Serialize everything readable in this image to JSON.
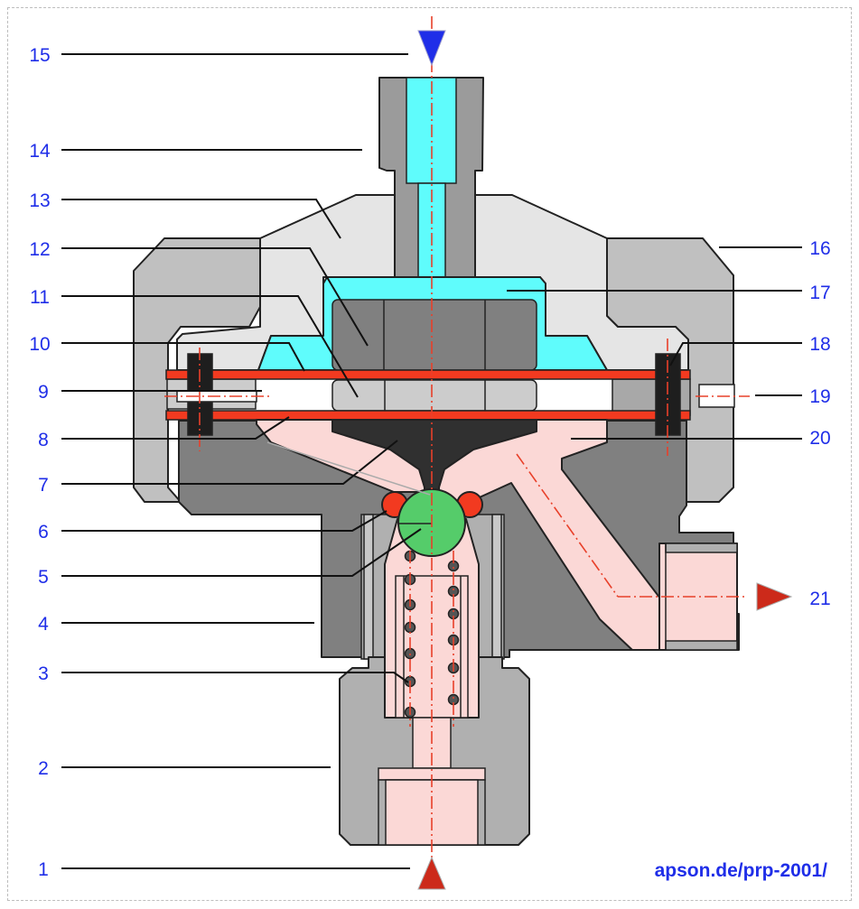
{
  "title": "Pressure reducing valve cross-section",
  "credit": "apson.de/prp-2001/",
  "colors": {
    "label": "#1f2ee8",
    "inlet_arrow": "#1f2ee8",
    "outlet_arrow": "#cc2a1a",
    "axis": "#e8402a",
    "fluid_cyan": "#5ffcfc",
    "fluid_pink": "#fbd8d6",
    "diaphragm_red": "#f23a20",
    "ball_green": "#55cc6a",
    "body_dark": "#808080",
    "body_mid": "#9b9b9b",
    "body_light": "#c0c0c0",
    "body_pale": "#e5e5e5",
    "stem_black": "#303030"
  },
  "labels": {
    "l1": "1",
    "l2": "2",
    "l3": "3",
    "l4": "4",
    "l5": "5",
    "l6": "6",
    "l7": "7",
    "l8": "8",
    "l9": "9",
    "l10": "10",
    "l11": "11",
    "l12": "12",
    "l13": "13",
    "l14": "14",
    "l15": "15",
    "l16": "16",
    "l17": "17",
    "l18": "18",
    "l19": "19",
    "l20": "20",
    "l21": "21"
  }
}
